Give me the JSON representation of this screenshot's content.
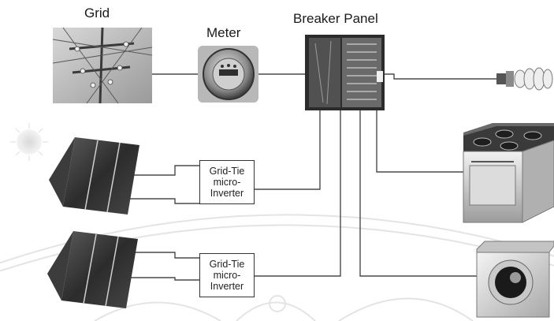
{
  "labels": {
    "grid": "Grid",
    "meter": "Meter",
    "breaker_panel": "Breaker Panel"
  },
  "inverters": [
    {
      "line1": "Grid-Tie",
      "line2": "micro-",
      "line3": "Inverter"
    },
    {
      "line1": "Grid-Tie",
      "line2": "micro-",
      "line3": "Inverter"
    }
  ],
  "components": {
    "grid_icon": "power-pole-icon",
    "meter_icon": "electric-meter-icon",
    "panel_icon": "breaker-panel-icon",
    "sun_icon": "sun-icon",
    "solar_icon": "solar-cell-icon",
    "bulb_icon": "cfl-bulb-icon",
    "stove_icon": "stove-icon",
    "washer_icon": "washing-machine-icon"
  },
  "colors": {
    "wire": "#4a4a4a",
    "background": "#ffffff",
    "watermark": "#e6e6e6"
  }
}
